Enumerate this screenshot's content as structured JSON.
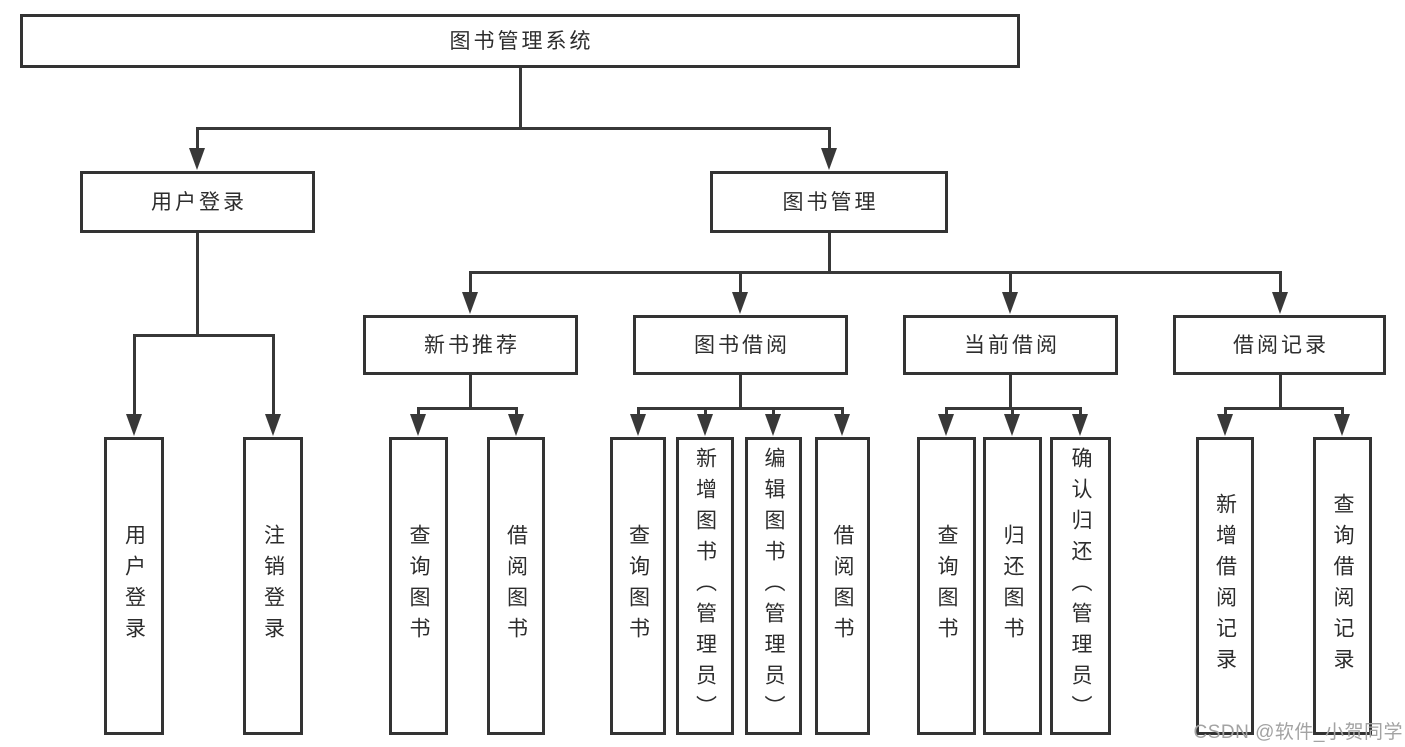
{
  "diagram_title": "图书管理系统",
  "colors": {
    "background": "#ffffff",
    "box_border": "#333333",
    "box_fill": "#ffffff",
    "line": "#383838",
    "text": "#2d2d2d",
    "watermark": "#a3a3a3"
  },
  "watermark": {
    "text": "CSDN @软件_小贺同学"
  },
  "nodes": [
    {
      "id": "root",
      "label": "图书管理系统",
      "level": 1,
      "parent": null,
      "orientation": "horizontal"
    },
    {
      "id": "user-login",
      "label": "用户登录",
      "level": 2,
      "parent": "root",
      "orientation": "horizontal"
    },
    {
      "id": "book-mgmt",
      "label": "图书管理",
      "level": 2,
      "parent": "root",
      "orientation": "horizontal"
    },
    {
      "id": "new-book-rec",
      "label": "新书推荐",
      "level": 3,
      "parent": "book-mgmt",
      "orientation": "horizontal"
    },
    {
      "id": "book-borrow",
      "label": "图书借阅",
      "level": 3,
      "parent": "book-mgmt",
      "orientation": "horizontal"
    },
    {
      "id": "current-borrow",
      "label": "当前借阅",
      "level": 3,
      "parent": "book-mgmt",
      "orientation": "horizontal"
    },
    {
      "id": "borrow-record",
      "label": "借阅记录",
      "level": 3,
      "parent": "book-mgmt",
      "orientation": "horizontal"
    },
    {
      "id": "leaf-user-login",
      "label": "用户登录",
      "level": 4,
      "parent": "user-login",
      "orientation": "vertical"
    },
    {
      "id": "leaf-logout",
      "label": "注销登录",
      "level": 4,
      "parent": "user-login",
      "orientation": "vertical"
    },
    {
      "id": "leaf-query-book-1",
      "label": "查询图书",
      "level": 4,
      "parent": "new-book-rec",
      "orientation": "vertical"
    },
    {
      "id": "leaf-borrow-book-1",
      "label": "借阅图书",
      "level": 4,
      "parent": "new-book-rec",
      "orientation": "vertical"
    },
    {
      "id": "leaf-query-book-2",
      "label": "查询图书",
      "level": 4,
      "parent": "book-borrow",
      "orientation": "vertical"
    },
    {
      "id": "leaf-add-book",
      "label": "新增图书（管理员）",
      "level": 4,
      "parent": "book-borrow",
      "orientation": "vertical"
    },
    {
      "id": "leaf-edit-book",
      "label": "编辑图书（管理员）",
      "level": 4,
      "parent": "book-borrow",
      "orientation": "vertical"
    },
    {
      "id": "leaf-borrow-book-2",
      "label": "借阅图书",
      "level": 4,
      "parent": "book-borrow",
      "orientation": "vertical"
    },
    {
      "id": "leaf-query-book-3",
      "label": "查询图书",
      "level": 4,
      "parent": "current-borrow",
      "orientation": "vertical"
    },
    {
      "id": "leaf-return-book",
      "label": "归还图书",
      "level": 4,
      "parent": "current-borrow",
      "orientation": "vertical"
    },
    {
      "id": "leaf-confirm-return",
      "label": "确认归还（管理员）",
      "level": 4,
      "parent": "current-borrow",
      "orientation": "vertical"
    },
    {
      "id": "leaf-add-record",
      "label": "新增借阅记录",
      "level": 4,
      "parent": "borrow-record",
      "orientation": "vertical"
    },
    {
      "id": "leaf-query-record",
      "label": "查询借阅记录",
      "level": 4,
      "parent": "borrow-record",
      "orientation": "vertical"
    }
  ]
}
